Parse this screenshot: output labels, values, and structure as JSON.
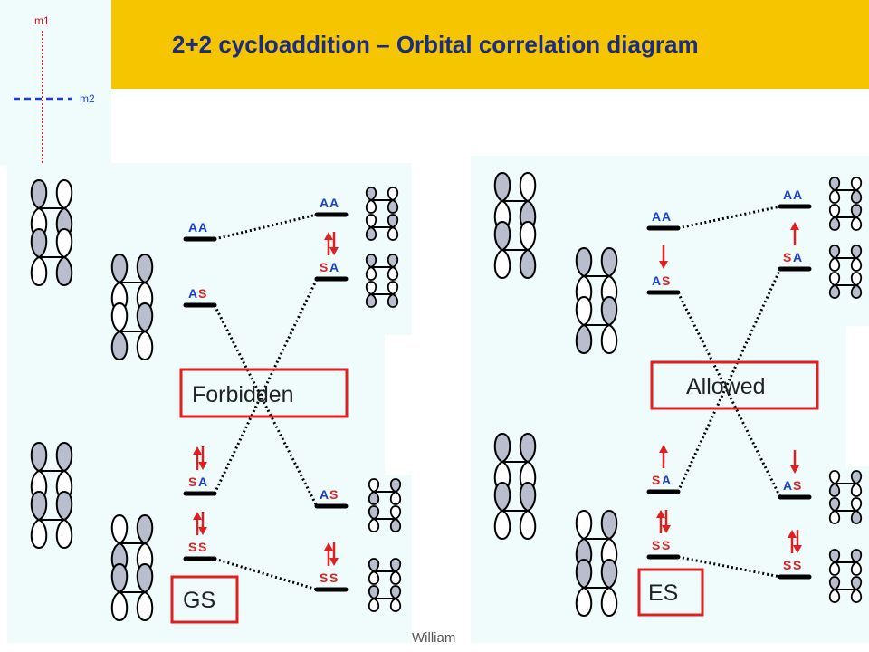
{
  "title": "2+2 cycloaddition – Orbital correlation diagram",
  "legend": {
    "line1": "m1",
    "line2": "m2"
  },
  "footer": "William",
  "colors": {
    "header": "#f5c600",
    "title": "#1a2d86",
    "panel": "#f0fcfc",
    "box": "#e02020",
    "arrow": "#e02020",
    "sym_S": "#e02020",
    "sym_A": "#1a3fd0",
    "lobe_fill": "#b8bece"
  },
  "panels": [
    {
      "box_label": "Forbidden",
      "state_label": "GS",
      "left_levels": [
        {
          "s1": "A",
          "s2": "A"
        },
        {
          "s1": "A",
          "s2": "S"
        },
        {
          "s1": "S",
          "s2": "A"
        },
        {
          "s1": "S",
          "s2": "S"
        }
      ],
      "right_levels": [
        {
          "s1": "A",
          "s2": "A"
        },
        {
          "s1": "S",
          "s2": "A"
        },
        {
          "s1": "A",
          "s2": "S"
        },
        {
          "s1": "S",
          "s2": "S"
        }
      ],
      "electrons_left": [
        "none",
        "none",
        "up-down",
        "up-down"
      ],
      "electrons_right": [
        "none",
        "up-down",
        "none",
        "up-down"
      ]
    },
    {
      "box_label": "Allowed",
      "state_label": "ES",
      "left_levels": [
        {
          "s1": "A",
          "s2": "A"
        },
        {
          "s1": "A",
          "s2": "S"
        },
        {
          "s1": "S",
          "s2": "A"
        },
        {
          "s1": "S",
          "s2": "S"
        }
      ],
      "right_levels": [
        {
          "s1": "A",
          "s2": "A"
        },
        {
          "s1": "S",
          "s2": "A"
        },
        {
          "s1": "A",
          "s2": "S"
        },
        {
          "s1": "S",
          "s2": "S"
        }
      ],
      "electrons_left": [
        "none",
        "down",
        "up",
        "up-down"
      ],
      "electrons_right": [
        "none",
        "up",
        "down",
        "up-down"
      ]
    }
  ]
}
